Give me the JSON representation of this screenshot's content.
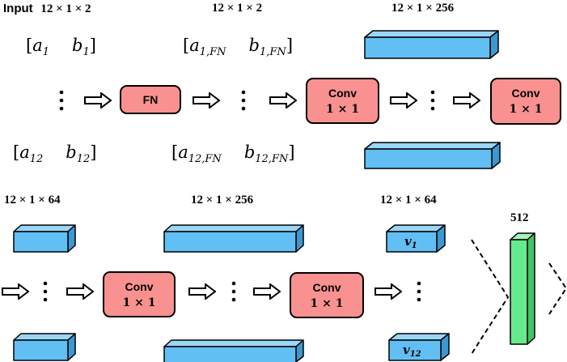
{
  "labels": {
    "input_word": "Input",
    "input_dims": "12 × 1 × 2",
    "fn_dims": "12 × 1 × 2",
    "conv1_dims": "12 × 1 × 256",
    "row2_left_dims": "12 × 1 × 64",
    "row2_mid_dims": "12 × 1 × 256",
    "row2_right_dims": "12 × 1 × 64",
    "flat_dims": "512"
  },
  "math": {
    "input_first": [
      "a",
      "1",
      "b",
      "1"
    ],
    "input_last": [
      "a",
      "12",
      "b",
      "12"
    ],
    "fn_first": [
      "a",
      "1,FN",
      "b",
      "1,FN"
    ],
    "fn_last": [
      "a",
      "12,FN",
      "b",
      "12,FN"
    ],
    "v_first": [
      "v",
      "1"
    ],
    "v_last": [
      "v",
      "12"
    ]
  },
  "ops": {
    "fn": {
      "title": "FN"
    },
    "conv": {
      "title": "Conv",
      "kernel": "1 × 1"
    }
  },
  "colors": {
    "op_fill": "#f8918f",
    "block_face": "#62bff4",
    "block_top": "#9ad6f8",
    "block_side": "#3a98d3",
    "flat_face": "#66ea8e",
    "flat_top": "#a6f3bc",
    "flat_side": "#3fc467",
    "stroke": "#000000"
  }
}
